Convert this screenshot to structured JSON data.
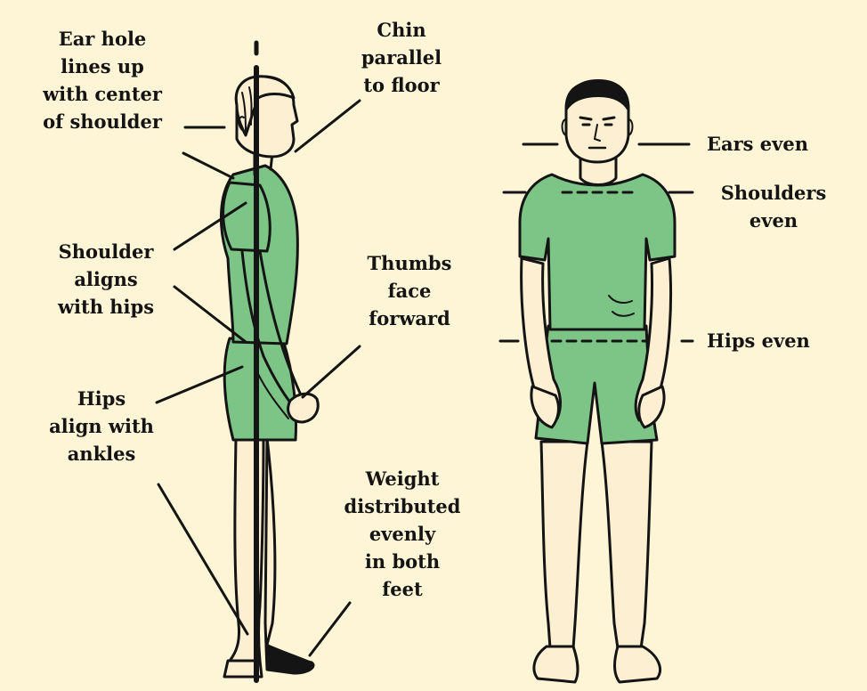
{
  "colors": {
    "background": "#fdf5d6",
    "clothing": "#7dc586",
    "skin": "#fcefd2",
    "ink": "#141414"
  },
  "side_view": {
    "labels": {
      "ear_hole": [
        "Ear hole",
        "lines up",
        "with center",
        "of shoulder"
      ],
      "chin": [
        "Chin",
        "parallel",
        "to floor"
      ],
      "shoulder": [
        "Shoulder",
        "aligns",
        "with hips"
      ],
      "thumbs": [
        "Thumbs",
        "face",
        "forward"
      ],
      "hips": [
        "Hips",
        "align with",
        "ankles"
      ],
      "weight": [
        "Weight",
        "distributed",
        "evenly",
        "in both",
        "feet"
      ]
    }
  },
  "front_view": {
    "labels": {
      "ears": [
        "Ears even"
      ],
      "shoulders": [
        "Shoulders",
        "even"
      ],
      "hips": [
        "Hips even"
      ]
    }
  }
}
